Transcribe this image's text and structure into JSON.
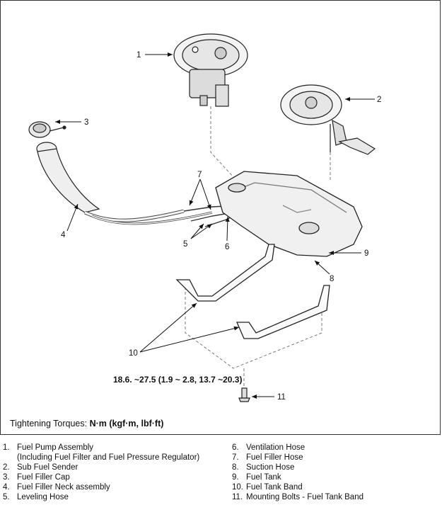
{
  "callouts": [
    "1",
    "2",
    "3",
    "4",
    "5",
    "6",
    "7",
    "8",
    "9",
    "10",
    "11"
  ],
  "torque_spec": "18.6. ~27.5 (1.9 ~ 2.8, 13.7 ~20.3)",
  "torque_note": {
    "prefix": "Tightening Torques: ",
    "units": "N·m (kgf·m, lbf·ft)"
  },
  "legend_left": [
    {
      "num": "1.",
      "text": "Fuel Pump Assembly"
    },
    {
      "num": "",
      "text": "(Including Fuel Filter and Fuel Pressure Regulator)"
    },
    {
      "num": "2.",
      "text": "Sub Fuel Sender"
    },
    {
      "num": "3.",
      "text": "Fuel Filler Cap"
    },
    {
      "num": "4.",
      "text": "Fuel Filler Neck assembly"
    },
    {
      "num": "5.",
      "text": "Leveling Hose"
    }
  ],
  "legend_right": [
    {
      "num": "6.",
      "text": "Ventilation Hose"
    },
    {
      "num": "7.",
      "text": "Fuel Filler Hose"
    },
    {
      "num": "8.",
      "text": "Suction Hose"
    },
    {
      "num": "9.",
      "text": "Fuel Tank"
    },
    {
      "num": "10.",
      "text": "Fuel Tank Band"
    },
    {
      "num": "11.",
      "text": "Mounting Bolts - Fuel Tank Band"
    }
  ]
}
